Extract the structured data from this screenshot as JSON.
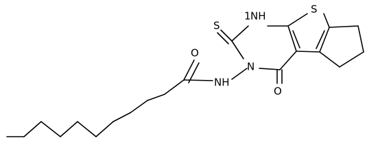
{
  "diagram": {
    "type": "chemical-structure",
    "labels": {
      "ring_nh": "NH",
      "ring_nh_prefix": "1",
      "thiophene_s": "S",
      "thione_s": "S",
      "ring_n": "N",
      "amide_nh": "NH",
      "carbonyl_o_ring": "O",
      "carbonyl_o_amide": "O"
    }
  }
}
